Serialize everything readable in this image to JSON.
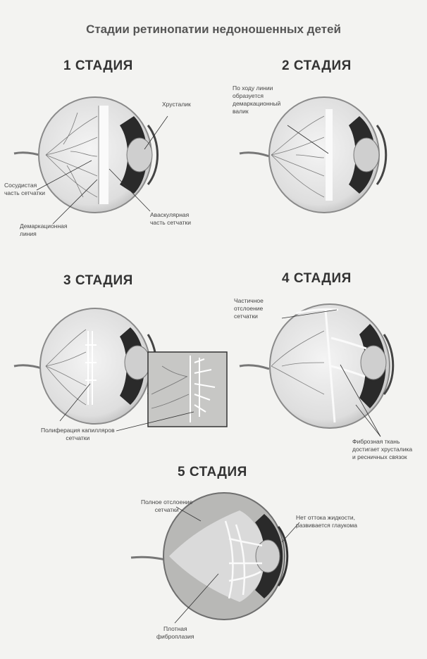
{
  "title": "Стадии ретинопатии недоношенных детей",
  "stages": [
    {
      "label": "1 СТАДИЯ"
    },
    {
      "label": "2 СТАДИЯ"
    },
    {
      "label": "3 СТАДИЯ"
    },
    {
      "label": "4 СТАДИЯ"
    },
    {
      "label": "5 СТАДИЯ"
    }
  ],
  "labels": {
    "s1_lens": "Хрусталик",
    "s1_vascular": "Сосудистая\nчасть сетчатки",
    "s1_demarcation": "Демаркационная\nлиния",
    "s1_avascular": "Аваскулярная\nчасть сетчатки",
    "s2_ridge": "По ходу линии\nобразуется\nдемаркационный\nвалик",
    "s3_proliferation": "Полиферация капилляров\nсетчатки",
    "s4_partial_detachment": "Частичное\nотслоение\nсетчатки",
    "s4_fibrous": "Фиброзная ткань\nдостигает хрусталика\nи ресничных связок",
    "s5_full_detachment": "Полное отслоение\nсетчатки",
    "s5_glaucoma": "Нет оттока жидкости,\nразвивается глаукома",
    "s5_fibroplasia": "Плотная\nфиброплазия"
  },
  "colors": {
    "eye_fill": "#e9e9e9",
    "sclera": "#8a8a8a",
    "dark": "#2a2a2a",
    "vessel": "#7a7a7a"
  }
}
